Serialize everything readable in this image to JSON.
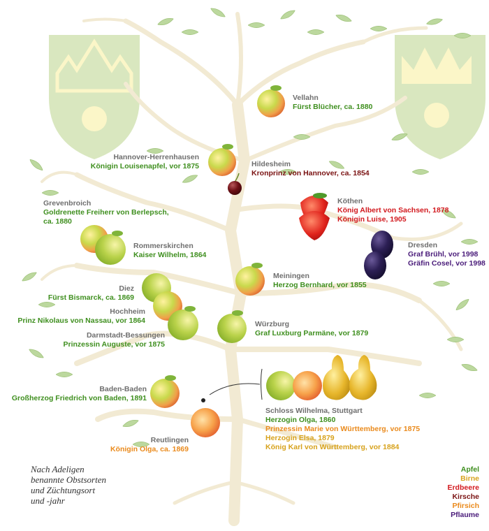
{
  "note": [
    "Nach Adeligen",
    "benannte Obstsorten",
    "und Züchtungsort",
    "und -jahr"
  ],
  "legend": {
    "apfel": "Apfel",
    "birne": "Birne",
    "erdbeere": "Erdbeere",
    "kirsche": "Kirsche",
    "pfirsich": "Pfirsich",
    "pflaume": "Pflaume"
  },
  "colors": {
    "apfel": "#3f8f1f",
    "birne": "#d7a21c",
    "erdbeere": "#d2191e",
    "kirsche": "#7a1212",
    "pfirsich": "#ea8a1c",
    "pflaume": "#4a1c7a",
    "place": "#6f6f6f",
    "branch": "#f2ead3",
    "leaf": "#b8d49a",
    "shield": "#d9e7bf",
    "crown": "#fbf6c8"
  },
  "entries": {
    "vellahn": {
      "place": "Vellahn",
      "lines": [
        "Fürst Blücher, ca. 1880"
      ]
    },
    "hannover": {
      "place": "Hannover-Herrenhausen",
      "lines": [
        "Königin Louisenapfel, vor 1875"
      ]
    },
    "hildesheim": {
      "place": "Hildesheim",
      "lines": [
        "Kronprinz von Hannover, ca. 1854"
      ]
    },
    "grevenbroich": {
      "place": "Grevenbroich",
      "lines": [
        "Goldrenette Freiherr von Berlepsch,",
        "ca. 1880"
      ]
    },
    "koethen": {
      "place": "Köthen",
      "lines": [
        "König Albert von Sachsen, 1878",
        "Königin Luise, 1905"
      ]
    },
    "rommerskirchen": {
      "place": "Rommerskirchen",
      "lines": [
        "Kaiser Wilhelm, 1864"
      ]
    },
    "dresden": {
      "place": "Dresden",
      "lines": [
        "Graf Brühl, vor 1998",
        "Gräfin Cosel, vor 1998"
      ]
    },
    "meiningen": {
      "place": "Meiningen",
      "lines": [
        "Herzog Bernhard, vor 1855"
      ]
    },
    "diez": {
      "place": "Diez",
      "lines": [
        "Fürst Bismarck, ca. 1869"
      ]
    },
    "hochheim": {
      "place": "Hochheim",
      "lines": [
        "Prinz Nikolaus von Nassau, vor 1864"
      ]
    },
    "wuerzburg": {
      "place": "Würzburg",
      "lines": [
        "Graf Luxburg Parmäne, vor 1879"
      ]
    },
    "darmstadt": {
      "place": "Darmstadt-Bessungen",
      "lines": [
        "Prinzessin Auguste, vor 1875"
      ]
    },
    "badenbaden": {
      "place": "Baden-Baden",
      "lines": [
        "Großherzog Friedrich von Baden, 1891"
      ]
    },
    "wilhelma": {
      "place": "Schloss Wilhelma, Stuttgart",
      "lines": [
        "Herzogin Olga, 1860",
        "Prinzessin Marie von Württemberg, vor 1875",
        "Herzogin Elsa, 1879",
        "König Karl von Württemberg, vor 1884"
      ]
    },
    "reutlingen": {
      "place": "Reutlingen",
      "lines": [
        "Königin Olga, ca. 1869"
      ]
    }
  }
}
